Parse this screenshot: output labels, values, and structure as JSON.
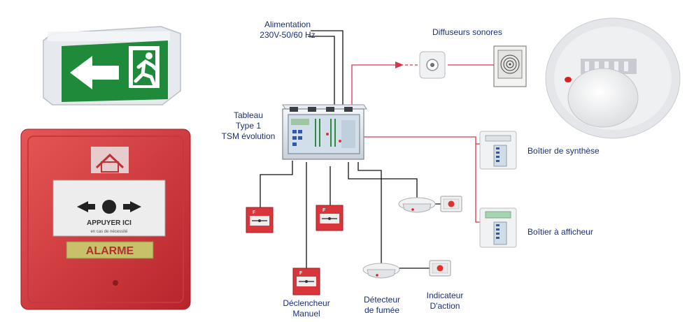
{
  "labels": {
    "power_line1": "Alimentation",
    "power_line2": "230V-50/60 Hz",
    "panel_line1": "Tableau",
    "panel_line2": "Type 1",
    "panel_line3": "TSM évolution",
    "sounders": "Diffuseurs sonores",
    "summary_box": "Boîtier de synthèse",
    "display_box": "Boîtier à afficheur",
    "manual_line1": "Déclencheur",
    "manual_line2": "Manuel",
    "smoke_line1": "Détecteur",
    "smoke_line2": "de fumée",
    "indicator_line1": "Indicateur",
    "indicator_line2": "D'action"
  },
  "device_text": {
    "call_point_press": "APPUYER ICI",
    "call_point_note": "en cas de nécessité",
    "call_point_alarm": "ALARME",
    "small_call_point_letter": "F"
  },
  "colors": {
    "wire_black": "#111111",
    "wire_red": "#d9364a",
    "label_blue": "#1a2f7a",
    "exit_green": "#1f8a3a",
    "alarm_red": "#d8363a"
  }
}
